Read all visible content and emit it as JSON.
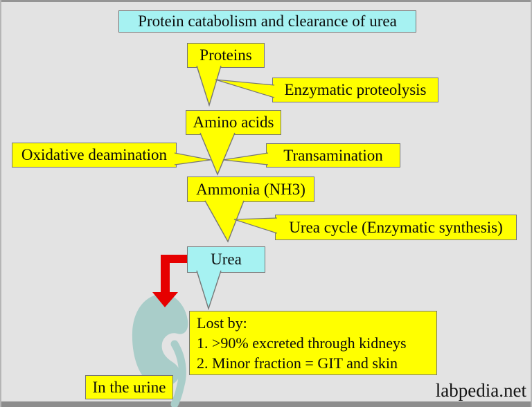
{
  "title": "Protein catabolism and clearance of urea",
  "watermark": "labpedia.net",
  "nodes": {
    "proteins": "Proteins",
    "enzymatic_proteolysis": "Enzymatic proteolysis",
    "amino_acids": "Amino acids",
    "oxidative_deamination": "Oxidative deamination",
    "transamination": "Transamination",
    "ammonia": "Ammonia (NH3)",
    "urea_cycle": "Urea cycle (Enzymatic synthesis)",
    "urea": "Urea",
    "lost_by": {
      "heading": "Lost by:",
      "line1": "1. >90% excreted through kidneys",
      "line2": "2. Minor fraction = GIT and skin"
    },
    "in_the_urine": "In the urine"
  },
  "flow": [
    "Proteins -> (Enzymatic proteolysis) -> Amino acids",
    "Amino acids -> (Oxidative deamination, Transamination) -> Ammonia (NH3)",
    "Ammonia (NH3) -> (Urea cycle (Enzymatic synthesis)) -> Urea",
    "Urea -> kidney -> In the urine",
    "Urea -> Lost by list"
  ],
  "colors": {
    "background": "#e3e3e3",
    "node_yellow": "#ffff00",
    "node_cyan": "#a6f2f2",
    "node_border": "#767676",
    "arrow_red": "#e60000",
    "kidney": "#a9cdc9",
    "text": "#0b0b0b"
  }
}
